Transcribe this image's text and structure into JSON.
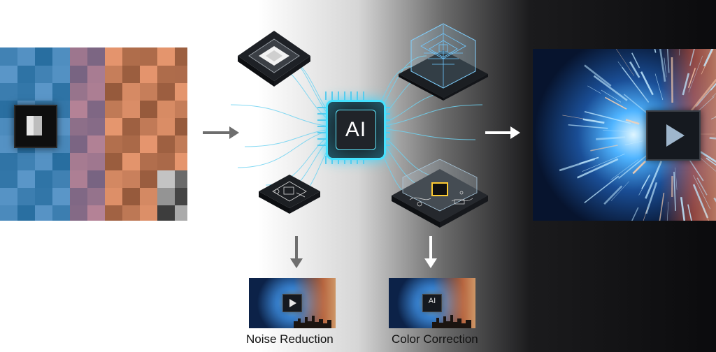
{
  "ai_chip_label": "AI",
  "labels": {
    "noise_reduction": "Noise Reduction",
    "color_correction": "Color Correction"
  },
  "colors": {
    "chip_glow": "#45e2ff",
    "circuit_line": "#6fd3f2",
    "arrow_gray": "#6e6e6e",
    "arrow_white": "#ffffff"
  },
  "icons": [
    "play-icon",
    "ai-chip-icon",
    "processor-module-icon",
    "arrow-right-icon",
    "arrow-down-icon"
  ]
}
